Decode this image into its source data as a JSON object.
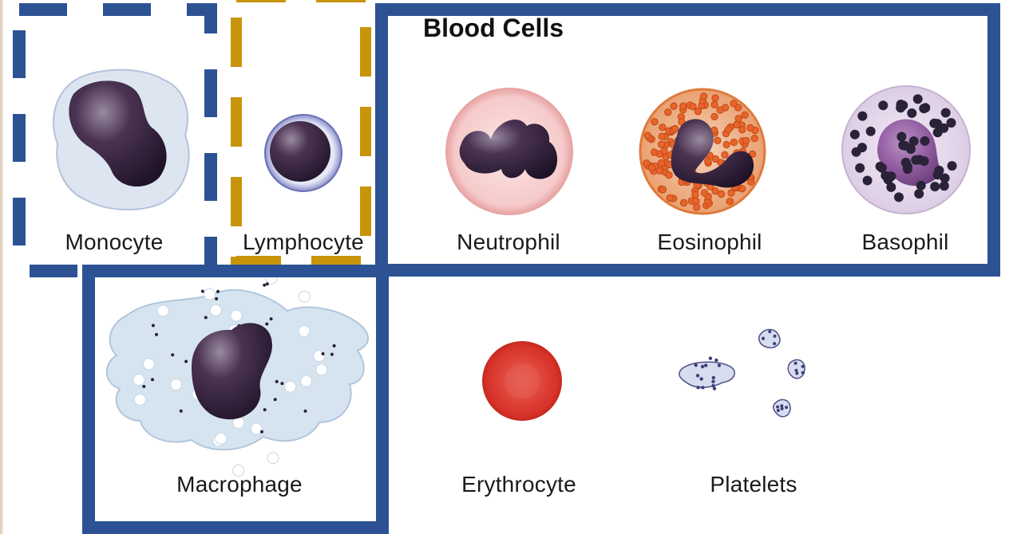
{
  "title": "Blood Cells",
  "cells": [
    {
      "name": "Monocyte"
    },
    {
      "name": "Lymphocyte"
    },
    {
      "name": "Neutrophil"
    },
    {
      "name": "Eosinophil"
    },
    {
      "name": "Basophil"
    },
    {
      "name": "Macrophage"
    },
    {
      "name": "Erythrocyte"
    },
    {
      "name": "Platelets"
    }
  ],
  "annotation_colors": {
    "blue": "#2d5294",
    "gold": "#c8940a"
  }
}
